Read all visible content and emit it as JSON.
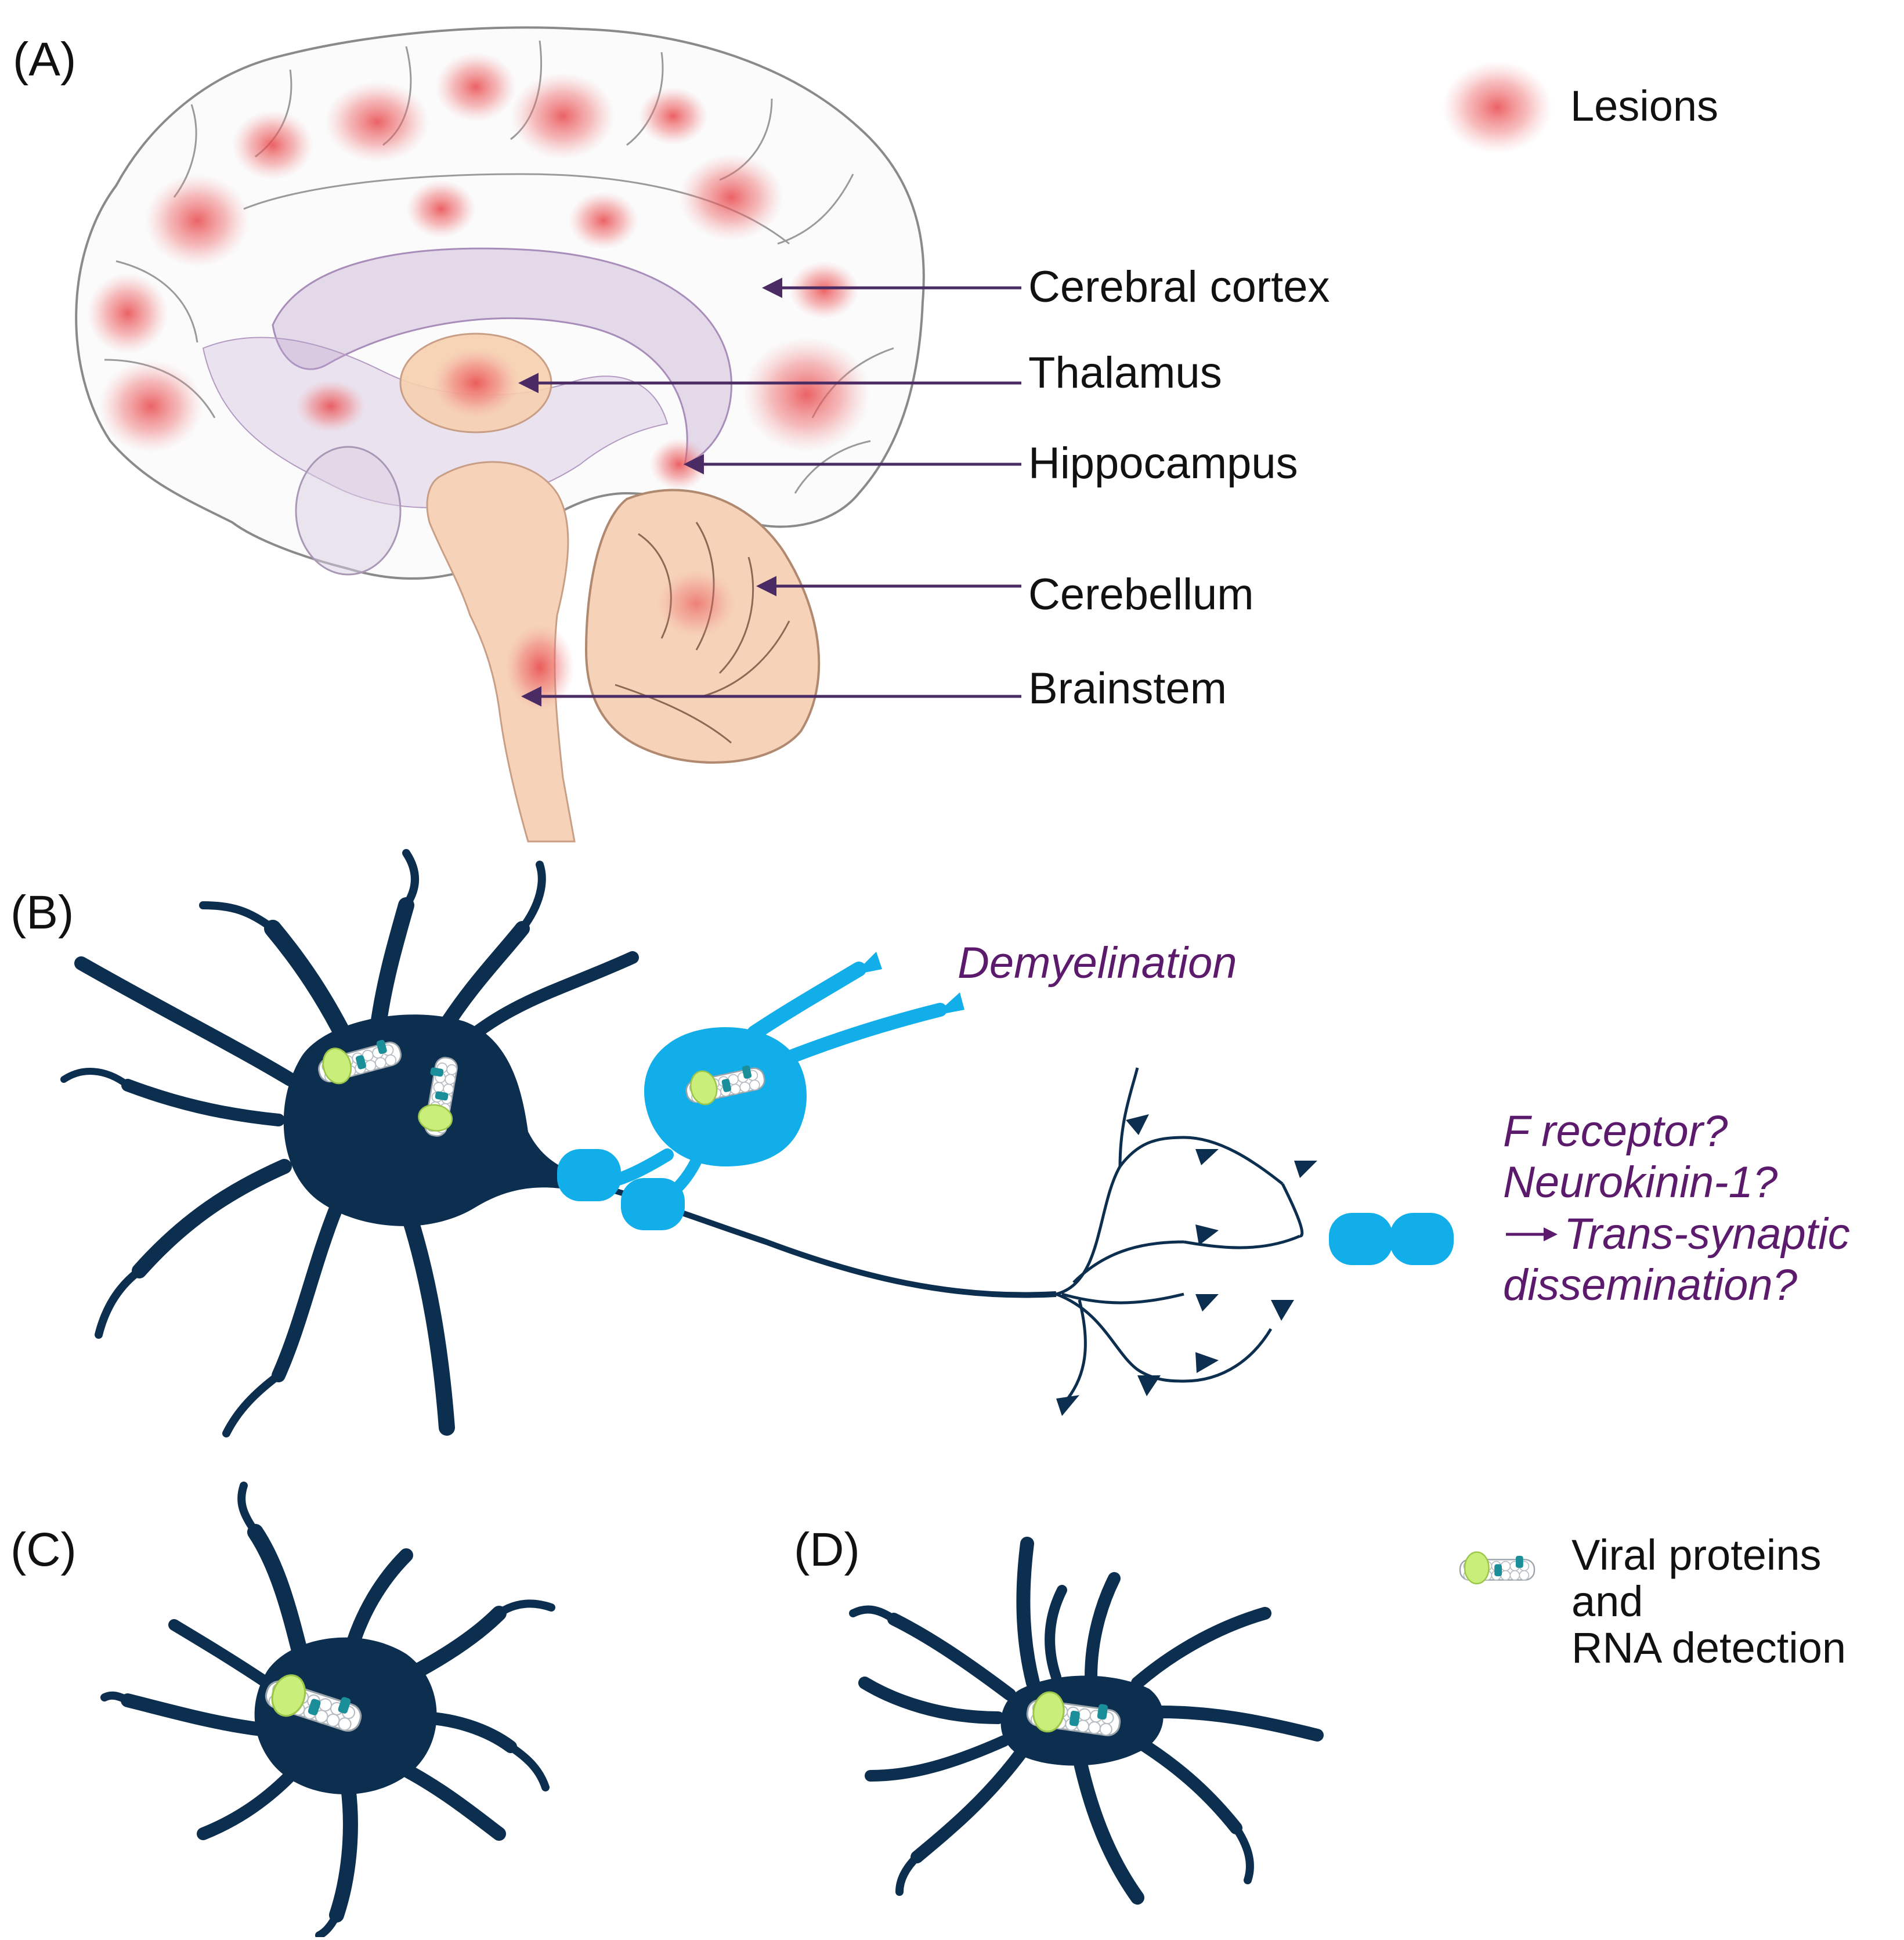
{
  "panels": {
    "a": {
      "label": "(A)"
    },
    "b": {
      "label": "(B)"
    },
    "c": {
      "label": "(C)"
    },
    "d": {
      "label": "(D)"
    }
  },
  "legend": {
    "lesions": "Lesions",
    "viral_line1": "Viral proteins",
    "viral_line2": "and",
    "viral_line3": "RNA detection"
  },
  "regions": [
    {
      "label": "Cerebral cortex"
    },
    {
      "label": "Thalamus"
    },
    {
      "label": "Hippocampus"
    },
    {
      "label": "Cerebellum"
    },
    {
      "label": "Brainstem"
    }
  ],
  "annotations": {
    "demyelination": "Demyelination",
    "receptor_line1": "F receptor?",
    "receptor_line2": "Neurokinin-1?",
    "receptor_line3": "Trans-synaptic",
    "receptor_line4": "dissemination?"
  },
  "colors": {
    "neuron": "#0d2f4f",
    "glia": "#12aee9",
    "lesion": "#e8474a",
    "arrow": "#4a2b63",
    "note_text": "#5b1a6b",
    "viral_protein": "#c9ee7a",
    "viral_marker": "#1a8f9a"
  }
}
